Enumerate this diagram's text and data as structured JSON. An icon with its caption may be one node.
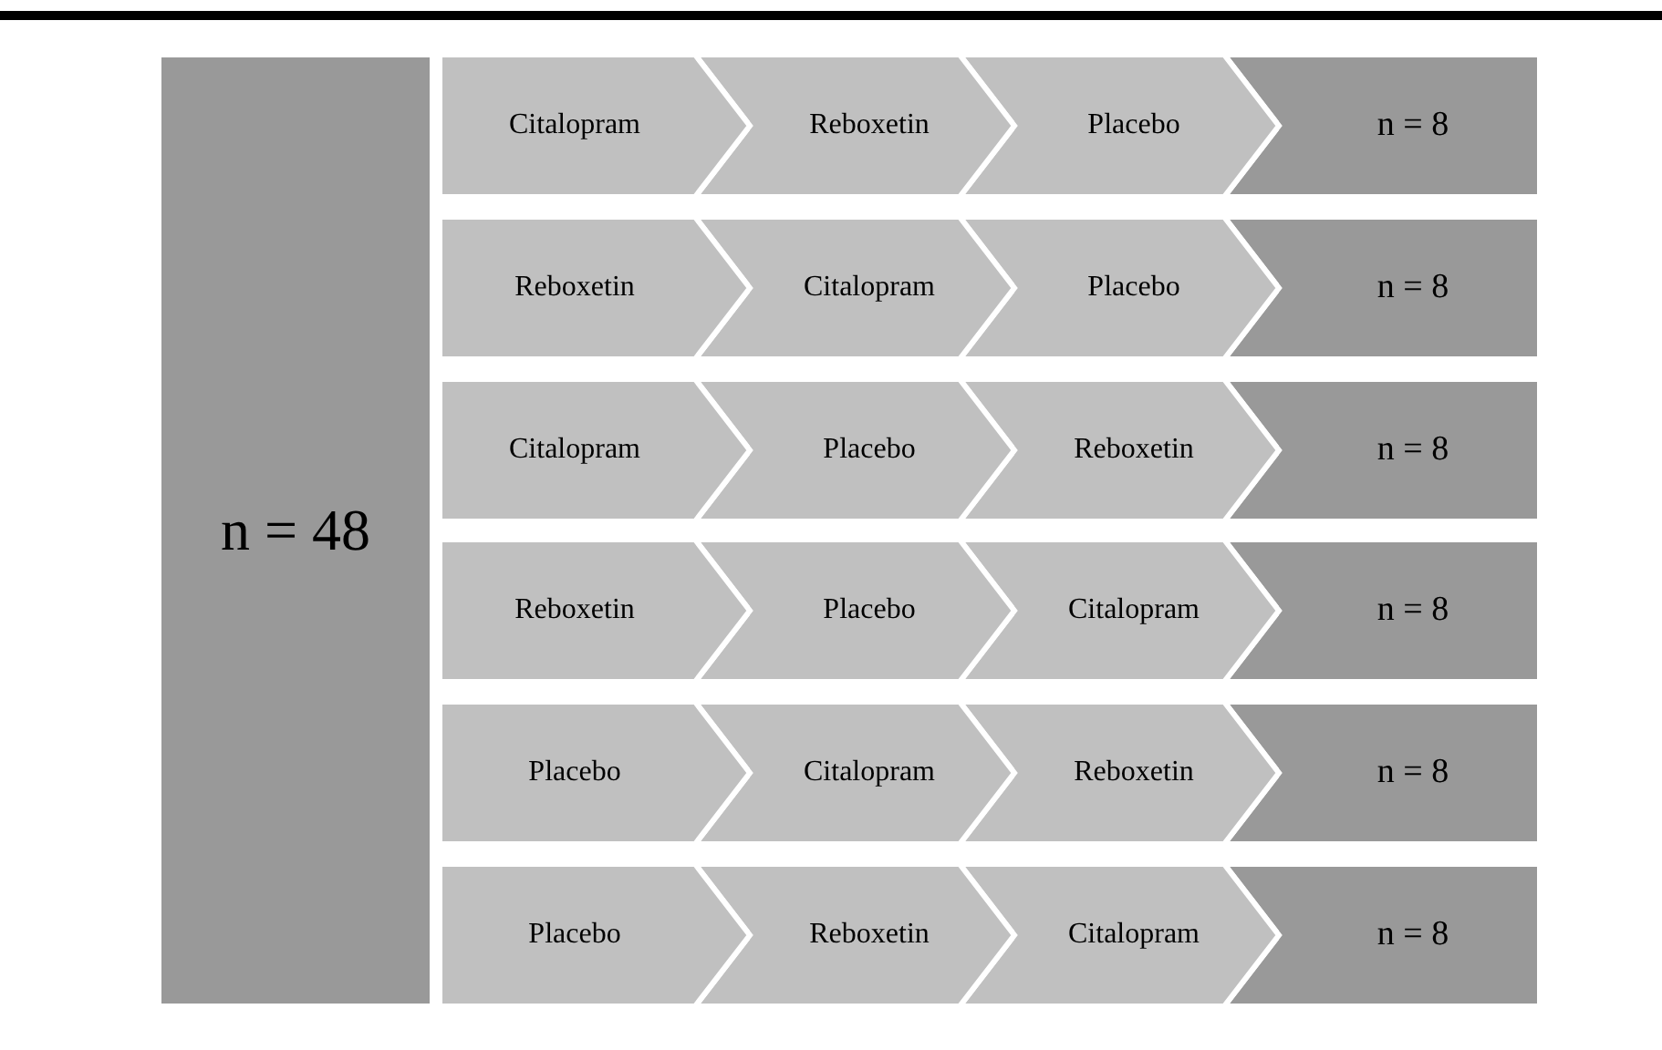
{
  "diagram": {
    "nodes": [
      {
        "text": [
          "n = 48"
        ]
      },
      {
        "text": [
          "Citalopram"
        ]
      },
      {
        "text": [
          "Reboxetin"
        ]
      },
      {
        "text": [
          "Placebo"
        ]
      },
      {
        "text": [
          "n = 8"
        ]
      },
      {
        "text": [
          "Reboxetin"
        ]
      },
      {
        "text": [
          "Citalopram"
        ]
      },
      {
        "text": [
          "Placebo"
        ]
      },
      {
        "text": [
          "n = 8"
        ]
      },
      {
        "text": [
          "Citalopram"
        ]
      },
      {
        "text": [
          "Placebo"
        ]
      },
      {
        "text": [
          "Reboxetin"
        ]
      },
      {
        "text": [
          "n = 8"
        ]
      },
      {
        "text": [
          "Reboxetin"
        ]
      },
      {
        "text": [
          "Placebo"
        ]
      },
      {
        "text": [
          "Citalopram"
        ]
      },
      {
        "text": [
          "n = 8"
        ]
      },
      {
        "text": [
          "Placebo"
        ]
      },
      {
        "text": [
          "Citalopram"
        ]
      },
      {
        "text": [
          "Reboxetin"
        ]
      },
      {
        "text": [
          "n = 8"
        ]
      },
      {
        "text": [
          "Placebo"
        ]
      },
      {
        "text": [
          "Reboxetin"
        ]
      },
      {
        "text": [
          "Citalopram"
        ]
      },
      {
        "text": [
          "n = 8"
        ]
      }
    ]
  }
}
